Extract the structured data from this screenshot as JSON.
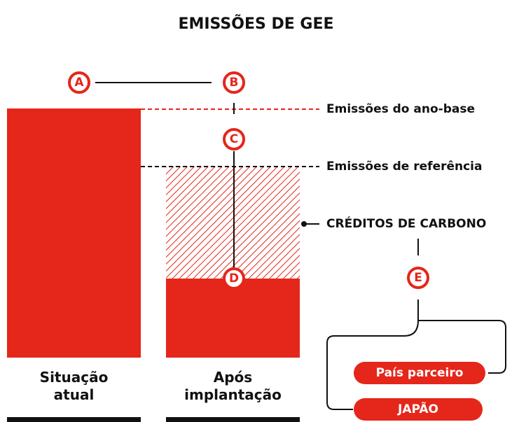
{
  "title": "EMISSÕES DE GEE",
  "markers": {
    "a": "A",
    "b": "B",
    "c": "C",
    "d": "D",
    "e": "E"
  },
  "lines": {
    "base": "Emissões do ano-base",
    "reference": "Emissões de referência",
    "credits": "CRÉDITOS DE CARBONO"
  },
  "bars": {
    "current": [
      "Situação",
      "atual"
    ],
    "after": [
      "Após",
      "implantação"
    ]
  },
  "parties": {
    "partner": "País parceiro",
    "japan": "JAPÃO"
  },
  "colors": {
    "accent": "#e5261a",
    "text": "#111111",
    "reference_dash": "#111111"
  }
}
